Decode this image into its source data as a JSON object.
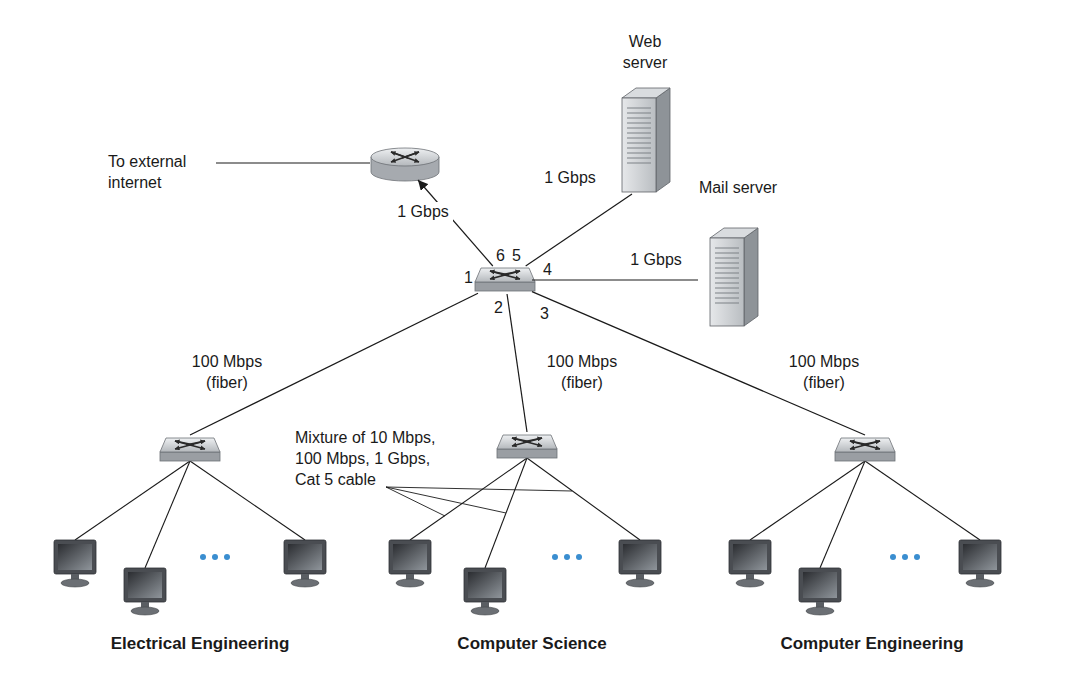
{
  "diagram": {
    "nodes": [
      {
        "text": [
          "To external internet"
        ]
      },
      {
        "text": [
          "Web server"
        ]
      },
      {
        "text": [
          "Mail server"
        ]
      },
      {
        "text": [
          "1",
          "2",
          "3",
          "4",
          "5",
          "6"
        ]
      },
      {
        "text": [
          "Electrical Engineering"
        ]
      },
      {
        "text": [
          "Computer Science"
        ]
      },
      {
        "text": [
          "Computer Engineering"
        ]
      }
    ],
    "edges": [
      {
        "from": 3,
        "to": 0,
        "arrow": "to",
        "label": "1 Gbps"
      },
      {
        "from": 3,
        "to": 1,
        "arrow": "none",
        "label": "1 Gbps"
      },
      {
        "from": 3,
        "to": 2,
        "arrow": "none",
        "label": "1 Gbps"
      },
      {
        "from": 3,
        "to": 4,
        "arrow": "none",
        "label": "100 Mbps (fiber)"
      },
      {
        "from": 3,
        "to": 5,
        "arrow": "none",
        "label": "100 Mbps (fiber)"
      },
      {
        "from": 3,
        "to": 6,
        "arrow": "none",
        "label": "100 Mbps (fiber)"
      }
    ],
    "labels": [
      "Mixture of 10 Mbps, 100 Mbps, 1 Gbps, Cat 5 cable"
    ]
  }
}
